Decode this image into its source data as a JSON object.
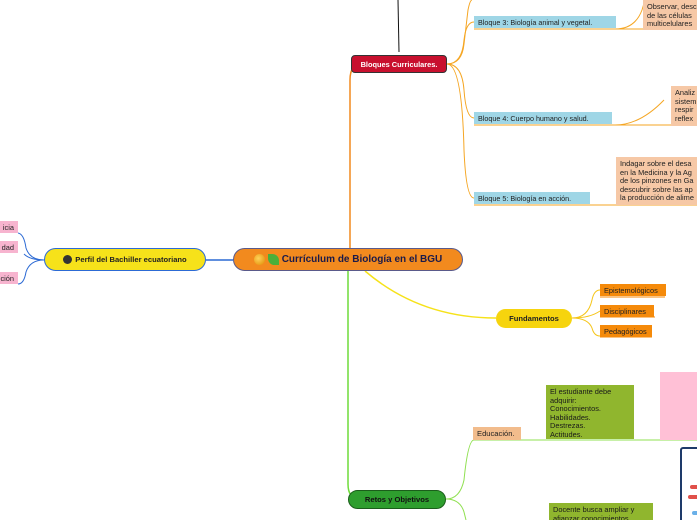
{
  "central": {
    "label": "Currículum de Biología en el BGU",
    "icons": [
      "graduation-cap-icon",
      "leaf-icon"
    ]
  },
  "perfil": {
    "label": "Perfil del Bachiller ecuatoriano",
    "icon": "headphones-icon",
    "children": [
      "icia",
      "dad",
      "ción"
    ]
  },
  "bloques": {
    "label": "Bloques Curriculares.",
    "items": [
      {
        "label": "Bloque 3: Biología animal y vegetal.",
        "note": "Observar, desc\nde las células\nmulticelulares"
      },
      {
        "label": "Bloque 4: Cuerpo humano y salud.",
        "note": "Analiz\nsistem\nrespir\nreflex"
      },
      {
        "label": "Bloque 5: Biología en acción.",
        "note": "Indagar sobre el desa\nen la Medicina y la Ag\nde los pinzones en Ga\ndescubrir sobre las ap\nla producción de alime"
      }
    ]
  },
  "fundamentos": {
    "label": "Fundamentos",
    "items": [
      "Epistemológicos",
      "Disciplinares",
      "Pedagógicos"
    ]
  },
  "retos": {
    "label": "Retos y Objetivos",
    "educacion": {
      "label": "Educación.",
      "note": "El estudiante debe\nadquirir:\nConocimientos.\nHabilidades.\nDestrezas.\nActitudes."
    },
    "docente_note": "Docente busca ampliar y\nafianzar conocimientos"
  },
  "colors": {
    "central": "#f28a1e",
    "perfil": "#f6e21a",
    "bloques": "#c8102e",
    "fundamentos": "#f6d40e",
    "retos": "#2e9e2e",
    "bloque_item": "#9fd6e6"
  }
}
